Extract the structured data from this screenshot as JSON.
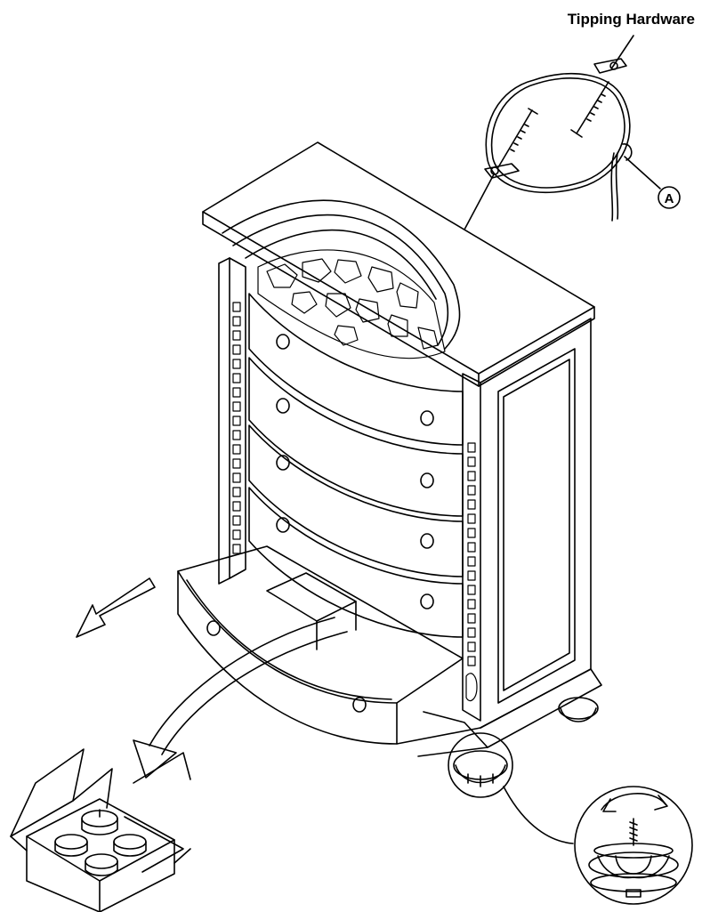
{
  "callouts": {
    "hardware_title": "Tipping Hardware",
    "part_label": "A"
  },
  "icons": [
    "chest-of-drawers-illustration",
    "tipping-hardware-detail",
    "remove-drawer-arrow",
    "box-icon",
    "bun-foot-detail",
    "rotate-arrow-icon"
  ],
  "colors": {
    "line": "#000000",
    "background": "#ffffff"
  }
}
